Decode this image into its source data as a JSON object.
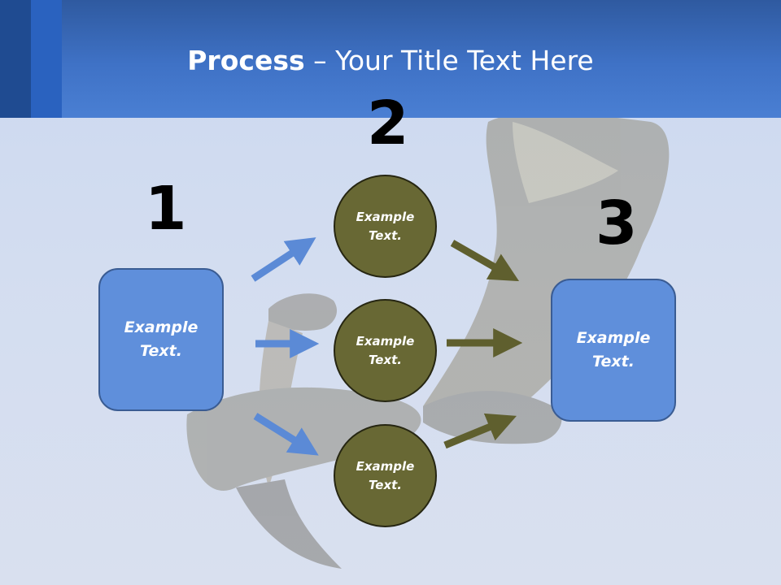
{
  "slide": {
    "title_bold": "Process",
    "title_rest": " – Your Title Text Here",
    "step_numbers": [
      "1",
      "2",
      "3"
    ],
    "input_box": "Example Text.",
    "circles": [
      "Example Text.",
      "Example Text.",
      "Example Text."
    ],
    "output_box": "Example Text."
  },
  "colors": {
    "header_blue": "#4a7fd3",
    "box_blue": "#5f8fdb",
    "circle_olive": "#686834",
    "arrow_blue": "#5b8ad6",
    "arrow_olive": "#5f5f2e"
  }
}
